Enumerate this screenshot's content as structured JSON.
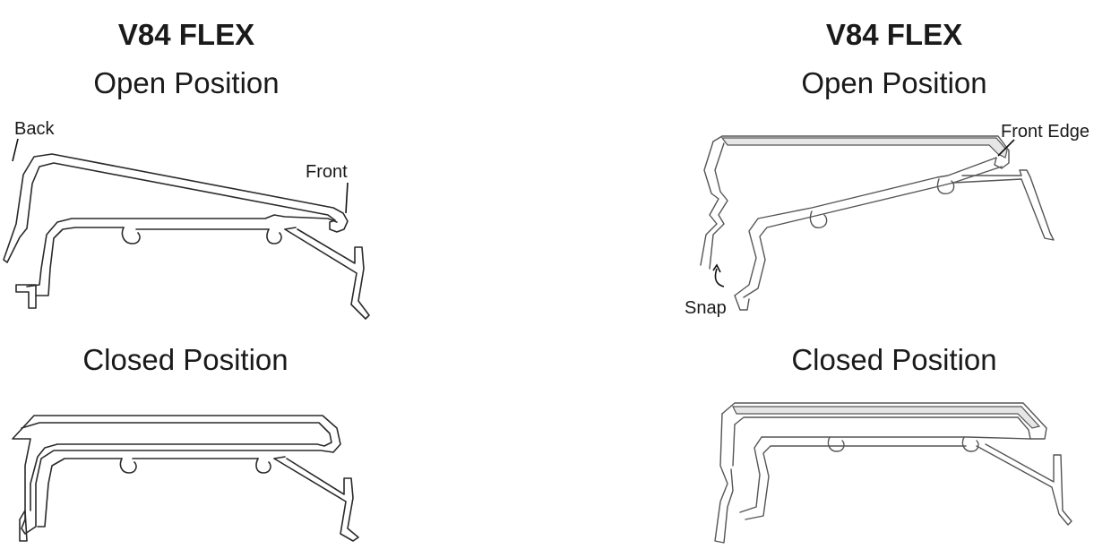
{
  "left": {
    "title": "V84 FLEX",
    "open_heading": "Open Position",
    "closed_heading": "Closed Position",
    "label_back": "Back",
    "label_front": "Front"
  },
  "right": {
    "title": "V84 FLEX",
    "open_heading": "Open Position",
    "closed_heading": "Closed Position",
    "label_front_edge": "Front Edge",
    "label_snap": "Snap"
  }
}
